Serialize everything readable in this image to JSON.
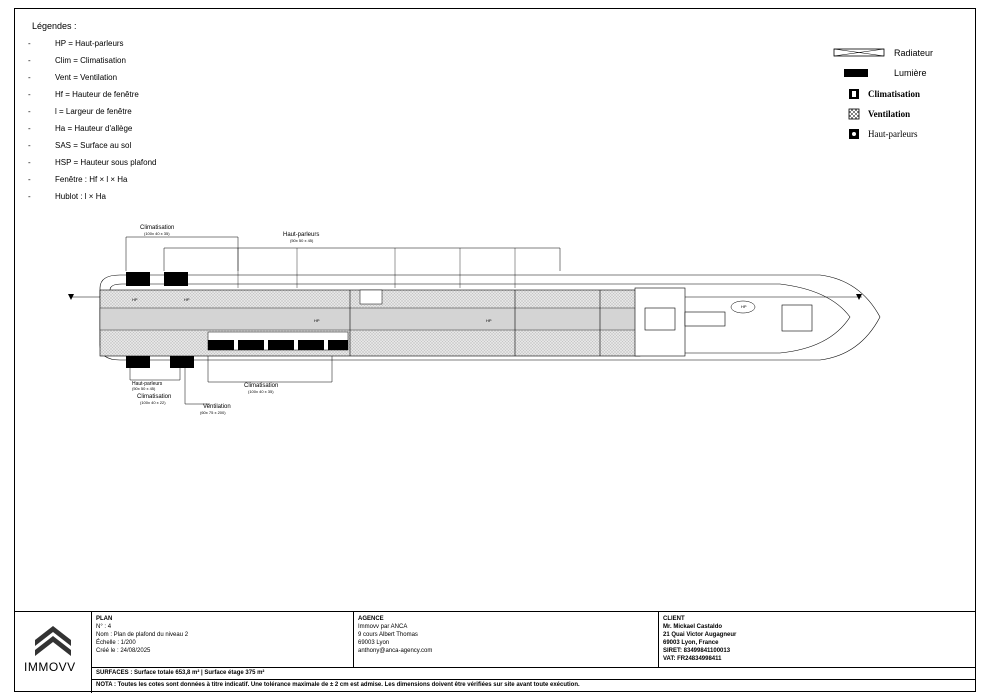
{
  "legend": {
    "title": "Légendes :",
    "items": [
      "HP = Haut-parleurs",
      "Clim = Climatisation",
      "Vent = Ventilation",
      "Hf = Hauteur de fenêtre",
      "l = Largeur de fenêtre",
      "Ha = Hauteur d'allège",
      "SAS = Surface au sol",
      "HSP = Hauteur sous plafond",
      "Fenêtre : Hf × l × Ha",
      "Hublot : l × Ha"
    ]
  },
  "key": {
    "radiateur": "Radiateur",
    "lumiere": "Lumière",
    "climatisation": "Climatisation",
    "ventilation": "Ventilation",
    "haut_parleurs": "Haut-parleurs"
  },
  "plan": {
    "clim_top": "Climatisation",
    "clim_top_dim": "(100x 40 x 35)",
    "hp_top": "Haut-parleurs",
    "hp_top_dim": "(50x 50 x 45)",
    "hp_bottom": "Haut-parleurs",
    "hp_bottom_dim": "(50x 50 x 45)",
    "clim_bl": "Climatisation",
    "clim_bl_dim": "(100x 40 x 22)",
    "clim_bm": "Climatisation",
    "clim_bm_dim": "(100x 40 x 35)",
    "vent": "Ventilation",
    "vent_dim": "(60x 75 x 200)",
    "room_a": "HP",
    "room_b": "HP",
    "room_c": "HP",
    "room_d": "HP",
    "room_e": "HP"
  },
  "titleblock": {
    "logo_name": "IMMOVV",
    "plan_h": "PLAN",
    "plan_no": "N° :  4",
    "plan_nom": "Nom :   Plan de plafond du niveau 2",
    "plan_echelle": "Échelle : 1/200",
    "plan_cree": "Créé le : 24/08/2025",
    "agence_h": "AGENCE",
    "agence_1": "Immovv par ANCA",
    "agence_2": "9 cours Albert Thomas",
    "agence_3": "69003 Lyon",
    "agence_4": "anthony@anca-agency.com",
    "client_h": "CLIENT",
    "client_1": "Mr. Mickael Castaldo",
    "client_2": "21 Quai Victor Augagneur",
    "client_3": "69003 Lyon, France",
    "client_4": "SIRET: 83499841100013",
    "client_5": "VAT: FR24834998411",
    "surfaces": "SURFACES : Surface totale    653,8  m²  |  Surface étage     375  m²",
    "note": "NOTA : Toutes les cotes sont données à titre indicatif. Une tolérance maximale de ± 2 cm est admise. Les dimensions doivent être vérifiées sur site avant toute exécution."
  }
}
